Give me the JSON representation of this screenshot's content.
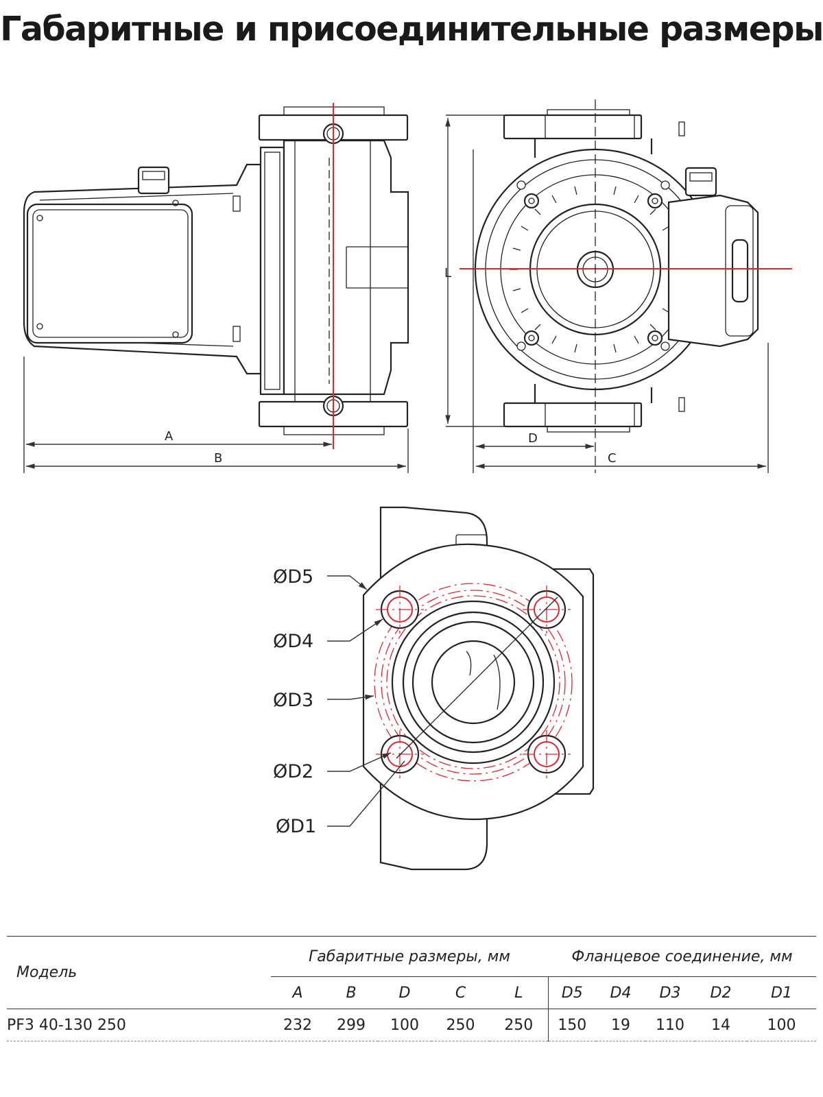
{
  "title": "Габаритные и присоединительные размеры",
  "drawing_labels": {
    "A": "A",
    "B": "B",
    "C": "C",
    "D": "D",
    "L": "L",
    "D5": "ØD5",
    "D4": "ØD4",
    "D3": "ØD3",
    "D2": "ØD2",
    "D1": "ØD1"
  },
  "table": {
    "model_header": "Модель",
    "group_overall": "Габаритные размеры, мм",
    "group_flange": "Фланцевое соединение, мм",
    "columns": [
      "A",
      "B",
      "D",
      "C",
      "L",
      "D5",
      "D4",
      "D3",
      "D2",
      "D1"
    ],
    "rows": [
      {
        "model": "PF3 40-130 250",
        "values": [
          "232",
          "299",
          "100",
          "250",
          "250",
          "150",
          "19",
          "110",
          "14",
          "100"
        ]
      }
    ]
  }
}
